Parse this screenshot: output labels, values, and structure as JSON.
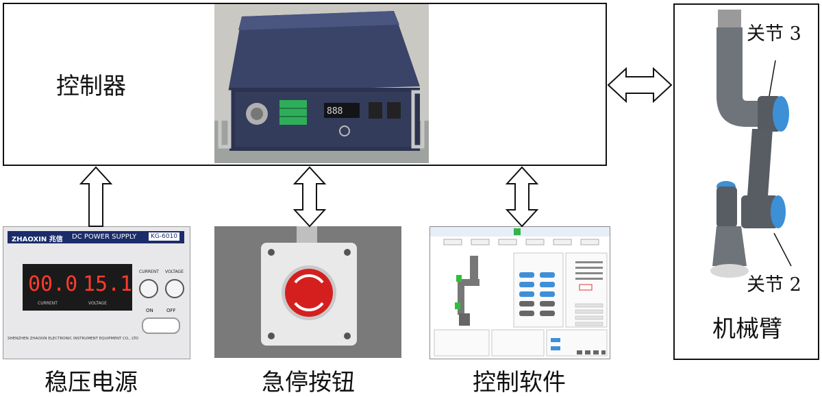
{
  "controller": {
    "label": "控制器"
  },
  "arm": {
    "label": "机械臂",
    "joint3": "关节 3",
    "joint2": "关节 2"
  },
  "devices": {
    "power": {
      "label": "稳压电源",
      "brand": "ZHAOXIN 兆信",
      "title": "DC POWER SUPPLY",
      "model": "KG-6010",
      "current_value": "00.0",
      "voltage_value": "15.1",
      "current_caption": "CURRENT",
      "voltage_caption": "VOLTAGE",
      "current_knob": "CURRENT",
      "voltage_knob": "VOLTAGE",
      "on_text": "ON",
      "off_text": "OFF",
      "maker": "SHENZHEN ZHAOXIN ELECTRONIC INSTRUMENT EQUIPMENT CO., LTD"
    },
    "estop": {
      "label": "急停按钮"
    },
    "software": {
      "label": "控制软件"
    }
  }
}
